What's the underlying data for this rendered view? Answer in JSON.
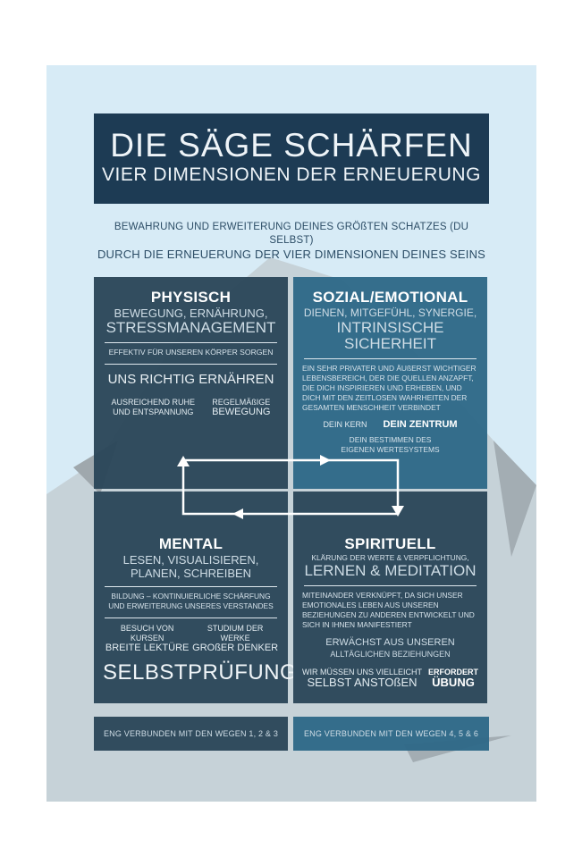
{
  "title": {
    "main": "DIE SÄGE SCHÄRFEN",
    "sub": "VIER DIMENSIONEN DER ERNEUERUNG"
  },
  "intro": [
    "BEWAHRUNG UND ERWEITERUNG DEINES GRÖßTEN SCHATZES (DU SELBST)",
    "DURCH DIE ERNEUERUNG DER VIER DIMENSIONEN DEINES SEINS"
  ],
  "physisch": {
    "heading": "PHYSISCH",
    "sub1": "BEWEGUNG, ERNÄHRUNG,",
    "sub2": "STRESSMANAGEMENT",
    "line": "EFFEKTIV FÜR UNSEREN KÖRPER SORGEN",
    "main": "UNS RICHTIG ERNÄHREN",
    "a1": "AUSREICHEND RUHE",
    "a2": "UND ENTSPANNUNG",
    "b1": "REGELMÄßIGE",
    "b2": "BEWEGUNG"
  },
  "sozial": {
    "heading": "SOZIAL/EMOTIONAL",
    "sub1": "DIENEN, MITGEFÜHL, SYNERGIE,",
    "sub2": "INTRINSISCHE SICHERHEIT",
    "text": "EIN SEHR PRIVATER UND ÄUßERST WICHTIGER LEBENSBEREICH, DER DIE QUELLEN ANZAPFT, DIE DICH INSPIRIEREN UND ERHEBEN, UND DICH MIT DEN ZEITLOSEN WAHRHEITEN DER GESAMTEN MENSCHHEIT VERBINDET",
    "kern": "DEIN KERN",
    "zentrum": "DEIN ZENTRUM",
    "c1": "DEIN BESTIMMEN DES",
    "c2": "EIGENEN WERTESYSTEMS"
  },
  "mental": {
    "heading": "MENTAL",
    "sub1": "LESEN, VISUALISIEREN,",
    "sub2": "PLANEN, SCHREIBEN",
    "line1": "BILDUNG – KONTINUIERLICHE SCHÄRFUNG",
    "line2": "UND ERWEITERUNG UNSERES VERSTANDES",
    "a1": "BESUCH VON KURSEN",
    "a2": "BREITE LEKTÜRE",
    "b1": "STUDIUM DER WERKE",
    "b2": "GROßER DENKER",
    "main": "SELBSTPRÜFUNG",
    "footer": "ENG VERBUNDEN MIT DEN WEGEN 1, 2 & 3"
  },
  "spirituell": {
    "heading": "SPIRITUELL",
    "sub1": "KLÄRUNG DER WERTE & VERPFLICHTUNG,",
    "sub2": "LERNEN & MEDITATION",
    "text": "MITEINANDER VERKNÜPFT, DA SICH UNSER EMOTIONALES LEBEN AUS UNSEREN BEZIEHUNGEN ZU ANDEREN ENTWICKELT UND SICH IN IHNEN MANIFESTIERT",
    "c1": "ERWÄCHST AUS UNSEREN",
    "c2": "ALLTÄGLICHEN BEZIEHUNGEN",
    "a1": "WIR MÜSSEN UNS VIELLEICHT",
    "a2": "SELBST ANSTOßEN",
    "b1": "ERFORDERT",
    "b2": "ÜBUNG",
    "footer": "ENG VERBUNDEN MIT DEN WEGEN 4, 5 & 6"
  }
}
